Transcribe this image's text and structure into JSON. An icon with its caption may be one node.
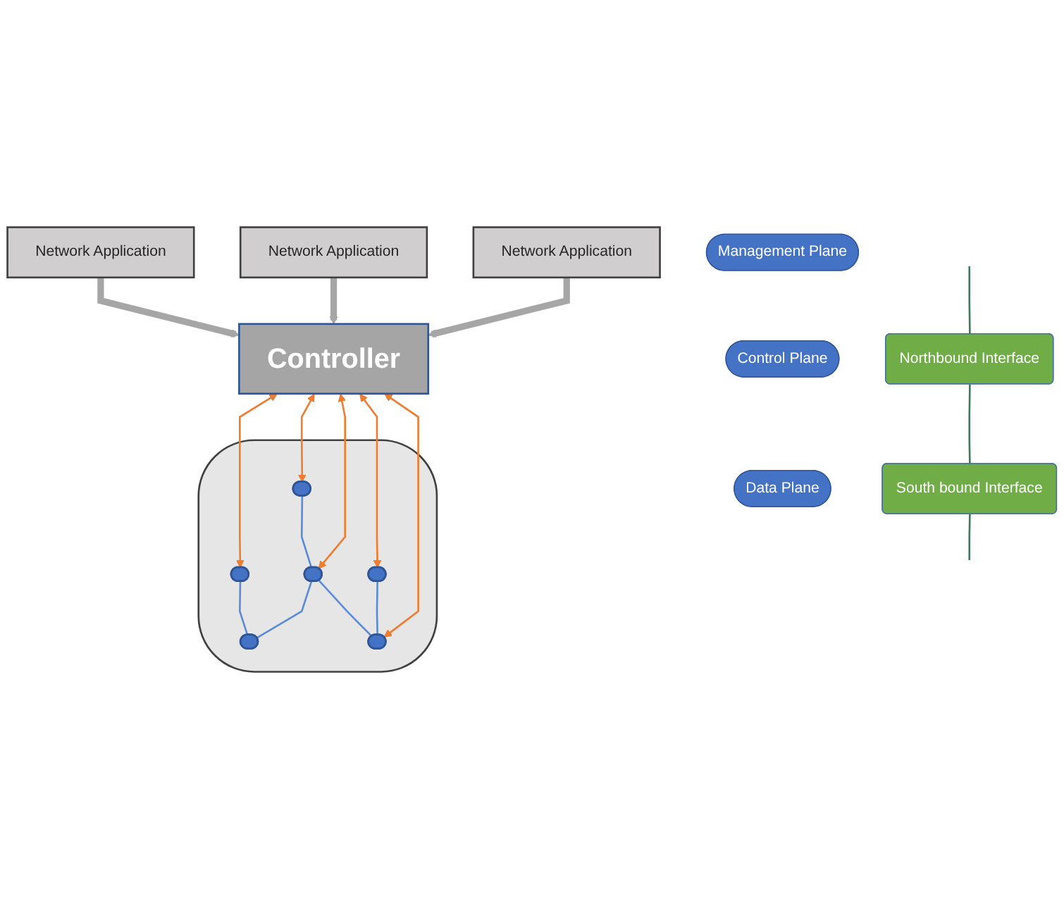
{
  "diagram": {
    "nodes": [
      {
        "text": [
          "Network Application"
        ]
      },
      {
        "text": [
          "Network Application"
        ]
      },
      {
        "text": [
          "Network Application"
        ]
      },
      {
        "text": [
          "Controller"
        ]
      },
      {
        "text": [
          "Management Plane"
        ]
      },
      {
        "text": [
          "Northbound Interface"
        ]
      },
      {
        "text": [
          "Control Plane"
        ]
      },
      {
        "text": [
          "South bound Interface"
        ]
      },
      {
        "text": [
          "Data Plane"
        ]
      },
      {
        "text": [],
        "shape": "cloud"
      },
      {
        "text": [],
        "shape": "ellipse",
        "in": 9
      },
      {
        "text": [],
        "shape": "ellipse",
        "in": 9
      },
      {
        "text": [],
        "shape": "ellipse",
        "in": 9
      },
      {
        "text": [],
        "shape": "ellipse",
        "in": 9
      },
      {
        "text": [],
        "shape": "ellipse",
        "in": 9
      },
      {
        "text": [],
        "shape": "ellipse",
        "in": 9
      }
    ],
    "edges": [
      {
        "from": 0,
        "to": 3,
        "arrow": "to",
        "style": "thick",
        "color": "#a6a6a6"
      },
      {
        "from": 1,
        "to": 3,
        "arrow": "to",
        "style": "thick",
        "color": "#a6a6a6"
      },
      {
        "from": 2,
        "to": 3,
        "arrow": "to",
        "style": "thick",
        "color": "#a6a6a6"
      },
      {
        "from": 3,
        "to": 10,
        "arrow": "both",
        "color": "#ed7d31"
      },
      {
        "from": 3,
        "to": 13,
        "arrow": "both",
        "color": "#ed7d31"
      },
      {
        "from": 3,
        "to": 11,
        "arrow": "both",
        "color": "#ed7d31"
      },
      {
        "from": 3,
        "to": 12,
        "arrow": "both",
        "color": "#ed7d31"
      },
      {
        "from": 3,
        "to": 15,
        "arrow": "both",
        "color": "#ed7d31"
      },
      {
        "from": 10,
        "to": 12,
        "arrow": "none",
        "color": "#5b8bd6"
      },
      {
        "from": 13,
        "to": 15,
        "arrow": "none",
        "color": "#5b8bd6"
      },
      {
        "from": 12,
        "to": 15,
        "arrow": "none",
        "color": "#5b8bd6"
      },
      {
        "from": 12,
        "to": 14,
        "arrow": "none",
        "color": "#5b8bd6"
      },
      {
        "from": 11,
        "to": 14,
        "arrow": "none",
        "color": "#5b8bd6"
      },
      {
        "from": null,
        "to": 5,
        "arrow": "none",
        "color": "#3d7a5e"
      },
      {
        "from": 5,
        "to": 7,
        "arrow": "none",
        "color": "#3d7a5e"
      },
      {
        "from": 7,
        "to": null,
        "arrow": "none",
        "color": "#3d7a5e"
      }
    ]
  }
}
